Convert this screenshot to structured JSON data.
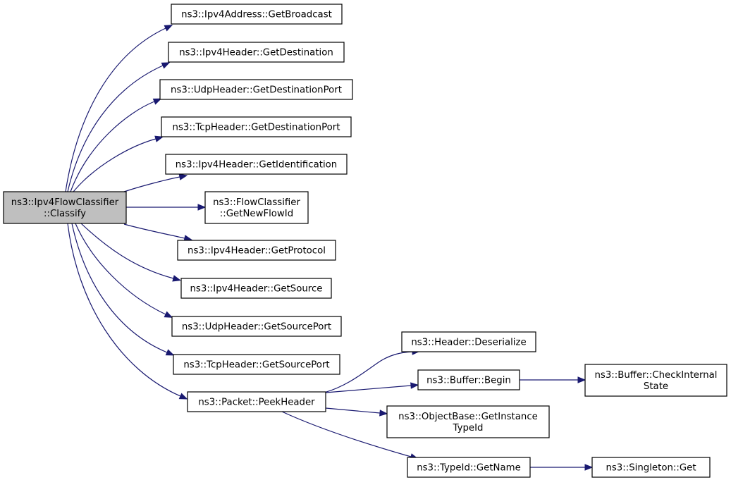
{
  "graph": {
    "root": "classify",
    "nodes": [
      {
        "id": "classify",
        "lines": [
          "ns3::Ipv4FlowClassifier",
          "::Classify"
        ]
      },
      {
        "id": "getbroadcast",
        "lines": [
          "ns3::Ipv4Address::GetBroadcast"
        ]
      },
      {
        "id": "getdestination",
        "lines": [
          "ns3::Ipv4Header::GetDestination"
        ]
      },
      {
        "id": "udpgetdestport",
        "lines": [
          "ns3::UdpHeader::GetDestinationPort"
        ]
      },
      {
        "id": "tcpgetdestport",
        "lines": [
          "ns3::TcpHeader::GetDestinationPort"
        ]
      },
      {
        "id": "getidentification",
        "lines": [
          "ns3::Ipv4Header::GetIdentification"
        ]
      },
      {
        "id": "getnewflowid",
        "lines": [
          "ns3::FlowClassifier",
          "::GetNewFlowId"
        ]
      },
      {
        "id": "getprotocol",
        "lines": [
          "ns3::Ipv4Header::GetProtocol"
        ]
      },
      {
        "id": "getsource",
        "lines": [
          "ns3::Ipv4Header::GetSource"
        ]
      },
      {
        "id": "udpgetsrcport",
        "lines": [
          "ns3::UdpHeader::GetSourcePort"
        ]
      },
      {
        "id": "tcpgetsrcport",
        "lines": [
          "ns3::TcpHeader::GetSourcePort"
        ]
      },
      {
        "id": "peekheader",
        "lines": [
          "ns3::Packet::PeekHeader"
        ]
      },
      {
        "id": "deserialize",
        "lines": [
          "ns3::Header::Deserialize"
        ]
      },
      {
        "id": "bufferbegin",
        "lines": [
          "ns3::Buffer::Begin"
        ]
      },
      {
        "id": "checkinternal",
        "lines": [
          "ns3::Buffer::CheckInternal",
          "State"
        ]
      },
      {
        "id": "getinstancetypeid",
        "lines": [
          "ns3::ObjectBase::GetInstance",
          "TypeId"
        ]
      },
      {
        "id": "typeidgetname",
        "lines": [
          "ns3::TypeId::GetName"
        ]
      },
      {
        "id": "singletonget",
        "lines": [
          "ns3::Singleton::Get"
        ]
      }
    ],
    "edges": [
      {
        "from": "classify",
        "to": "getbroadcast"
      },
      {
        "from": "classify",
        "to": "getdestination"
      },
      {
        "from": "classify",
        "to": "udpgetdestport"
      },
      {
        "from": "classify",
        "to": "tcpgetdestport"
      },
      {
        "from": "classify",
        "to": "getidentification"
      },
      {
        "from": "classify",
        "to": "getnewflowid"
      },
      {
        "from": "classify",
        "to": "getprotocol"
      },
      {
        "from": "classify",
        "to": "getsource"
      },
      {
        "from": "classify",
        "to": "udpgetsrcport"
      },
      {
        "from": "classify",
        "to": "tcpgetsrcport"
      },
      {
        "from": "classify",
        "to": "peekheader"
      },
      {
        "from": "peekheader",
        "to": "deserialize"
      },
      {
        "from": "peekheader",
        "to": "bufferbegin"
      },
      {
        "from": "peekheader",
        "to": "getinstancetypeid"
      },
      {
        "from": "peekheader",
        "to": "typeidgetname"
      },
      {
        "from": "bufferbegin",
        "to": "checkinternal"
      },
      {
        "from": "typeidgetname",
        "to": "singletonget"
      }
    ],
    "colors": {
      "edge": "#191970",
      "root_fill": "#bfbfbf",
      "node_fill": "#ffffff",
      "border": "#000000"
    }
  }
}
